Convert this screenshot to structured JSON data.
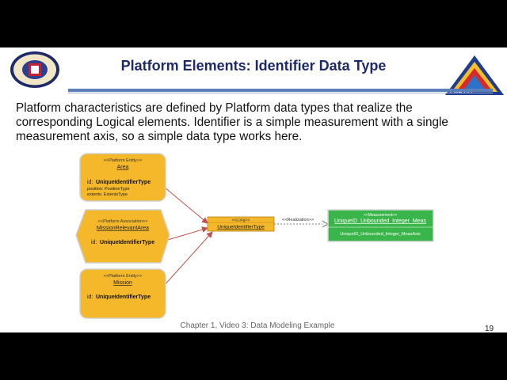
{
  "slide": {
    "title": "Platform Elements: Identifier Data Type",
    "body": "Platform characteristics are defined by Platform data types that realize the corresponding Logical elements.  Identifier is a simple measurement with a single measurement axis, so a simple data type works here.",
    "footer": "Chapter 1, Video 3: Data Modeling Example",
    "page_number": "19",
    "logo_text": "PMA 209"
  },
  "diagram": {
    "area": {
      "stereotype": "<<Platform Entity>>",
      "name": "Area",
      "id_label": "id:",
      "id_type": "UniqueIdentifierType",
      "attr1": "position: PositionType",
      "attr2": "extents: ExtentsType"
    },
    "mission_area": {
      "stereotype": "<<Platform Association>>",
      "name": "MissionRelevantArea",
      "id_label": "id:",
      "id_type": "UniqueIdentifierType"
    },
    "mission": {
      "stereotype": "<<Platform Entity>>",
      "name": "Mission",
      "id_label": "id:",
      "id_type": "UniqueIdentifierType"
    },
    "long_type": {
      "stereotype": "<<Long>>",
      "name": "UniqueIdentifierType"
    },
    "realization_label": "<<Realization>>",
    "measurement": {
      "stereotype": "<<Measurement>>",
      "name": "UniqueID_Unbounded_Integer_Meas",
      "axis": "UniqueID_Unbounded_Integer_MeasAxis"
    },
    "colors": {
      "entity_fill": "#f5b82a",
      "entity_stroke": "#c8c8c8",
      "long_fill": "#f5b82a",
      "measurement_fill": "#3ab54a",
      "arrow_red": "#c0504d",
      "title_navy": "#1f2a6b"
    }
  }
}
